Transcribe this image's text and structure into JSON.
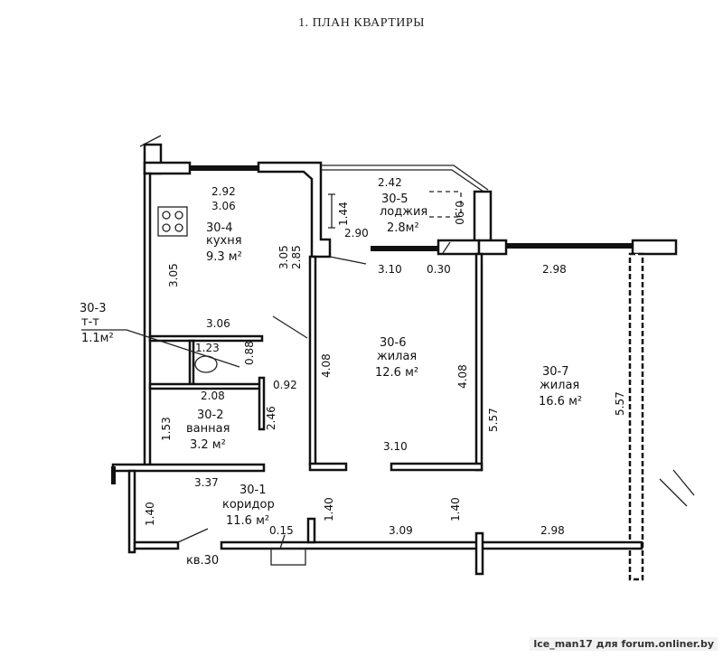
{
  "title": "1. ПЛАН КВАРТИРЫ",
  "rooms": [
    {
      "id": "30-1",
      "name": "коридор",
      "area": "11.6 м²"
    },
    {
      "id": "30-2",
      "name": "ванная",
      "area": "3.2 м²"
    },
    {
      "id": "30-3",
      "name": "т-т",
      "area": "1.1м²"
    },
    {
      "id": "30-4",
      "name": "кухня",
      "area": "9.3 м²"
    },
    {
      "id": "30-5",
      "name": "лоджия",
      "area": "2.8м²"
    },
    {
      "id": "30-6",
      "name": "жилая",
      "area": "12.6 м²"
    },
    {
      "id": "30-7",
      "name": "жилая",
      "area": "16.6 м²"
    }
  ],
  "dimensions": {
    "kitchen_top1": "2.92",
    "kitchen_top2": "3.06",
    "kitchen_left": "3.05",
    "kitchen_right1": "3.05",
    "kitchen_right2": "2.85",
    "loggia_top": "2.42",
    "loggia_left": "1.44",
    "loggia_bottom": "2.90",
    "loggia_right": "0.90",
    "room6_top": "3.10",
    "pillar": "0.30",
    "room7_top": "2.98",
    "wc_top": "3.06",
    "wc_inner": "1.23",
    "wc_side": "0.88",
    "door": "0.92",
    "room6_left": "4.08",
    "room6_right": "4.08",
    "room6_bottom": "3.10",
    "bath_top": "2.08",
    "bath_left": "1.53",
    "bath_right": "2.46",
    "room7_left": "5.57",
    "room7_right": "5.57",
    "corridor_top": "3.37",
    "corridor_left": "1.40",
    "corridor_mid": "1.40",
    "corridor_right": "1.40",
    "entry": "0.15",
    "corridor_bottom": "3.09",
    "room7_bottom": "2.98"
  },
  "apartment_label": "кв.30",
  "watermark": "Ice_man17 для forum.onliner.by"
}
